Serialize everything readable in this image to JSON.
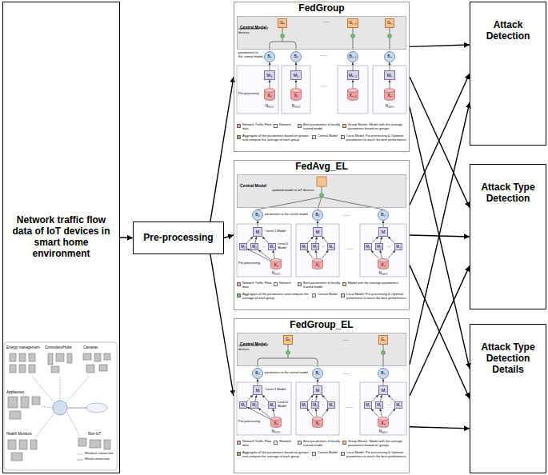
{
  "diagram": {
    "nodes": [
      {
        "text": [
          "Network traffic flow data of IoT devices in smart home environment"
        ]
      },
      {
        "text": [
          "Pre-processing"
        ]
      },
      {
        "text": [
          "FedGroup"
        ]
      },
      {
        "text": [
          "FedAvg_EL"
        ]
      },
      {
        "text": [
          "FedGroup_EL"
        ]
      },
      {
        "text": [
          "Attack Detection"
        ]
      },
      {
        "text": [
          "Attack Type Detection"
        ]
      },
      {
        "text": [
          "Attack Type Detection Details"
        ]
      },
      {
        "text": [
          "Central Model"
        ],
        "in": 2
      },
      {
        "text": [
          "G₀"
        ],
        "in": 8
      },
      {
        "text": [
          "Gₛ₋₁"
        ],
        "in": 8
      },
      {
        "text": [
          "Gₛ"
        ],
        "in": 8
      },
      {
        "text": [
          "B₀"
        ],
        "in": 2
      },
      {
        "text": [
          "B₁"
        ],
        "in": 2
      },
      {
        "text": [
          "Bₙ₋₁"
        ],
        "in": 2
      },
      {
        "text": [
          "Bₙ"
        ],
        "in": 2
      },
      {
        "text": [
          "M₀"
        ],
        "in": 2
      },
      {
        "text": [
          "M₁"
        ],
        "in": 2
      },
      {
        "text": [
          "Mₙ₋₁"
        ],
        "in": 2
      },
      {
        "text": [
          "Mₙ"
        ],
        "in": 2
      },
      {
        "text": [
          "X₀"
        ],
        "in": 2
      },
      {
        "text": [
          "X₁"
        ],
        "in": 2
      },
      {
        "text": [
          "Xₙ₋₁"
        ],
        "in": 2
      },
      {
        "text": [
          "Xₙ"
        ],
        "in": 2
      },
      {
        "text": [
          "Central Model"
        ],
        "in": 3
      },
      {
        "text": [
          "B₀"
        ],
        "in": 3
      },
      {
        "text": [
          "B₁"
        ],
        "in": 3
      },
      {
        "text": [
          "Bₙ"
        ],
        "in": 3
      },
      {
        "text": [
          "M"
        ],
        "in": 3
      },
      {
        "text": [
          "M₁"
        ],
        "in": 3
      },
      {
        "text": [
          "M₂"
        ],
        "in": 3
      },
      {
        "text": [
          "Mₙ"
        ],
        "in": 3
      },
      {
        "text": [
          "X₀"
        ],
        "in": 3
      },
      {
        "text": [
          "M"
        ],
        "in": 3
      },
      {
        "text": [
          "M₁"
        ],
        "in": 3
      },
      {
        "text": [
          "M₂"
        ],
        "in": 3
      },
      {
        "text": [
          "Mₙ"
        ],
        "in": 3
      },
      {
        "text": [
          "X₁"
        ],
        "in": 3
      },
      {
        "text": [
          "M"
        ],
        "in": 3
      },
      {
        "text": [
          "M₁"
        ],
        "in": 3
      },
      {
        "text": [
          "M₂"
        ],
        "in": 3
      },
      {
        "text": [
          "Mₙ"
        ],
        "in": 3
      },
      {
        "text": [
          "Xₙ"
        ],
        "in": 3
      },
      {
        "text": [
          "Central Model"
        ],
        "in": 4
      },
      {
        "text": [
          "G₀"
        ],
        "in": 43
      },
      {
        "text": [
          "Gₛ"
        ],
        "in": 43
      },
      {
        "text": [
          "B₀"
        ],
        "in": 4
      },
      {
        "text": [
          "B₁"
        ],
        "in": 4
      },
      {
        "text": [
          "Bₙ"
        ],
        "in": 4
      },
      {
        "text": [
          "M"
        ],
        "in": 4
      },
      {
        "text": [
          "M₁"
        ],
        "in": 4
      },
      {
        "text": [
          "M₂"
        ],
        "in": 4
      },
      {
        "text": [
          "Mₙ"
        ],
        "in": 4
      },
      {
        "text": [
          "X₀"
        ],
        "in": 4
      },
      {
        "text": [
          "M"
        ],
        "in": 4
      },
      {
        "text": [
          "M₁"
        ],
        "in": 4
      },
      {
        "text": [
          "M₂"
        ],
        "in": 4
      },
      {
        "text": [
          "Mₙ"
        ],
        "in": 4
      },
      {
        "text": [
          "X₁"
        ],
        "in": 4
      },
      {
        "text": [
          "M"
        ],
        "in": 4
      },
      {
        "text": [
          "M₁"
        ],
        "in": 4
      },
      {
        "text": [
          "M₂"
        ],
        "in": 4
      },
      {
        "text": [
          "Mₙ"
        ],
        "in": 4
      },
      {
        "text": [
          "Xₙ"
        ],
        "in": 4
      }
    ],
    "edges": [
      {
        "from": 0,
        "to": 1,
        "arrow": "to"
      },
      {
        "from": 1,
        "to": 2,
        "arrow": "to"
      },
      {
        "from": 1,
        "to": 3,
        "arrow": "to"
      },
      {
        "from": 1,
        "to": 4,
        "arrow": "to"
      },
      {
        "from": 2,
        "to": 5,
        "arrow": "to"
      },
      {
        "from": 2,
        "to": 6,
        "arrow": "to"
      },
      {
        "from": 2,
        "to": 7,
        "arrow": "to"
      },
      {
        "from": 3,
        "to": 5,
        "arrow": "to"
      },
      {
        "from": 3,
        "to": 6,
        "arrow": "to"
      },
      {
        "from": 3,
        "to": 7,
        "arrow": "to"
      },
      {
        "from": 4,
        "to": 5,
        "arrow": "to"
      },
      {
        "from": 4,
        "to": 6,
        "arrow": "to"
      },
      {
        "from": 4,
        "to": 7,
        "arrow": "to"
      },
      {
        "from": 20,
        "to": 16,
        "arrow": "to"
      },
      {
        "from": 16,
        "to": 12,
        "arrow": "to"
      },
      {
        "from": 21,
        "to": 17,
        "arrow": "to"
      },
      {
        "from": 17,
        "to": 13,
        "arrow": "to"
      },
      {
        "from": 22,
        "to": 18,
        "arrow": "to"
      },
      {
        "from": 18,
        "to": 14,
        "arrow": "to"
      },
      {
        "from": 23,
        "to": 19,
        "arrow": "to"
      },
      {
        "from": 19,
        "to": 15,
        "arrow": "to"
      },
      {
        "from": 32,
        "to": 29,
        "arrow": "to"
      },
      {
        "from": 32,
        "to": 30,
        "arrow": "to"
      },
      {
        "from": 32,
        "to": 31,
        "arrow": "to"
      },
      {
        "from": 29,
        "to": 28,
        "arrow": "to"
      },
      {
        "from": 30,
        "to": 28,
        "arrow": "to"
      },
      {
        "from": 31,
        "to": 28,
        "arrow": "to"
      },
      {
        "from": 28,
        "to": 25,
        "arrow": "to"
      },
      {
        "from": 37,
        "to": 34,
        "arrow": "to"
      },
      {
        "from": 37,
        "to": 35,
        "arrow": "to"
      },
      {
        "from": 37,
        "to": 36,
        "arrow": "to"
      },
      {
        "from": 34,
        "to": 33,
        "arrow": "to"
      },
      {
        "from": 35,
        "to": 33,
        "arrow": "to"
      },
      {
        "from": 36,
        "to": 33,
        "arrow": "to"
      },
      {
        "from": 33,
        "to": 26,
        "arrow": "to"
      },
      {
        "from": 42,
        "to": 39,
        "arrow": "to"
      },
      {
        "from": 42,
        "to": 40,
        "arrow": "to"
      },
      {
        "from": 42,
        "to": 41,
        "arrow": "to"
      },
      {
        "from": 39,
        "to": 38,
        "arrow": "to"
      },
      {
        "from": 40,
        "to": 38,
        "arrow": "to"
      },
      {
        "from": 41,
        "to": 38,
        "arrow": "to"
      },
      {
        "from": 38,
        "to": 27,
        "arrow": "to"
      },
      {
        "from": 53,
        "to": 50,
        "arrow": "to"
      },
      {
        "from": 53,
        "to": 51,
        "arrow": "to"
      },
      {
        "from": 53,
        "to": 52,
        "arrow": "to"
      },
      {
        "from": 50,
        "to": 49,
        "arrow": "to"
      },
      {
        "from": 51,
        "to": 49,
        "arrow": "to"
      },
      {
        "from": 52,
        "to": 49,
        "arrow": "to"
      },
      {
        "from": 49,
        "to": 46,
        "arrow": "to"
      },
      {
        "from": 58,
        "to": 55,
        "arrow": "to"
      },
      {
        "from": 58,
        "to": 56,
        "arrow": "to"
      },
      {
        "from": 58,
        "to": 57,
        "arrow": "to"
      },
      {
        "from": 55,
        "to": 54,
        "arrow": "to"
      },
      {
        "from": 56,
        "to": 54,
        "arrow": "to"
      },
      {
        "from": 57,
        "to": 54,
        "arrow": "to"
      },
      {
        "from": 54,
        "to": 47,
        "arrow": "to"
      },
      {
        "from": 63,
        "to": 60,
        "arrow": "to"
      },
      {
        "from": 63,
        "to": 61,
        "arrow": "to"
      },
      {
        "from": 63,
        "to": 62,
        "arrow": "to"
      },
      {
        "from": 60,
        "to": 59,
        "arrow": "to"
      },
      {
        "from": 61,
        "to": 59,
        "arrow": "to"
      },
      {
        "from": 62,
        "to": 59,
        "arrow": "to"
      },
      {
        "from": 59,
        "to": 48,
        "arrow": "to"
      }
    ],
    "labels": [
      "Energy management",
      "Controllers/Hubs",
      "Cameras",
      "Appliances",
      "Health Monitors",
      "Non-IoT",
      "Wireless connection",
      "Wired connection",
      "updated model to IoT devices",
      "......",
      "parameters to the central model",
      "......",
      "Pre-processing",
      "......",
      "N₅₁₀₀",
      "N₅₀₀₀",
      "N₅₄₀₀",
      "updated model to IoT devices",
      "parameters to the central model",
      "......",
      "Level-1 Model",
      "Level-0 Model",
      "...",
      "...",
      "...",
      "......",
      "Pre-processing",
      "N₅₁₀₀",
      "N₅₄₀₀",
      "updated model to IoT devices",
      "......",
      "parameters to the central model",
      "......",
      "Level-1 Model",
      "Level-0 Model",
      "...",
      "...",
      "...",
      "......",
      "Pre-processing",
      "N₅₁₀₀",
      "N₅₄₀₀"
    ],
    "legend": [
      {
        "text": "Network Traffic Flow data",
        "color": "#f3a3a3"
      },
      {
        "text": "Network",
        "color": "#ffffff"
      },
      {
        "text": "Best parameters of locally trained model",
        "color": "#c8daf0"
      },
      {
        "text": "Group Master: Model with the average parameters based on groups",
        "color": "#f9c48f"
      },
      {
        "text": "Aggregate all the parameters based on groups and compute the average of each group",
        "color": "#6cc070"
      },
      {
        "text": "Central Model",
        "color": "#e6e6e6"
      },
      {
        "text": "Local Model: Pre-processing & Optimize parameters to reach the best performance",
        "color": "#d9d3ec"
      },
      {
        "text": "Network Traffic Flow data",
        "color": "#f3a3a3"
      },
      {
        "text": "Network",
        "color": "#ffffff"
      },
      {
        "text": "Best parameters of locally trained model",
        "color": "#c8daf0"
      },
      {
        "text": "Model with the average parameters",
        "color": "#f9c48f"
      },
      {
        "text": "Aggregate all the parameters and compute the average of each group",
        "color": "#6cc070"
      },
      {
        "text": "Central Model",
        "color": "#e6e6e6"
      },
      {
        "text": "Local Model: Pre-processing & Optimize parameters to reach the best performance",
        "color": "#d9d3ec"
      },
      {
        "text": "Network Traffic Flow data",
        "color": "#f3a3a3"
      },
      {
        "text": "Network",
        "color": "#ffffff"
      },
      {
        "text": "Best parameters of locally trained model",
        "color": "#c8daf0"
      },
      {
        "text": "Group Master: Model with the average parameters based on groups",
        "color": "#f9c48f"
      },
      {
        "text": "Aggregate all the parameters based on groups and compute the average of each group",
        "color": "#6cc070"
      },
      {
        "text": "Central Model",
        "color": "#e6e6e6"
      },
      {
        "text": "Local Model: Pre-processing & Optimize parameters to reach the best performance",
        "color": "#d9d3ec"
      }
    ]
  }
}
